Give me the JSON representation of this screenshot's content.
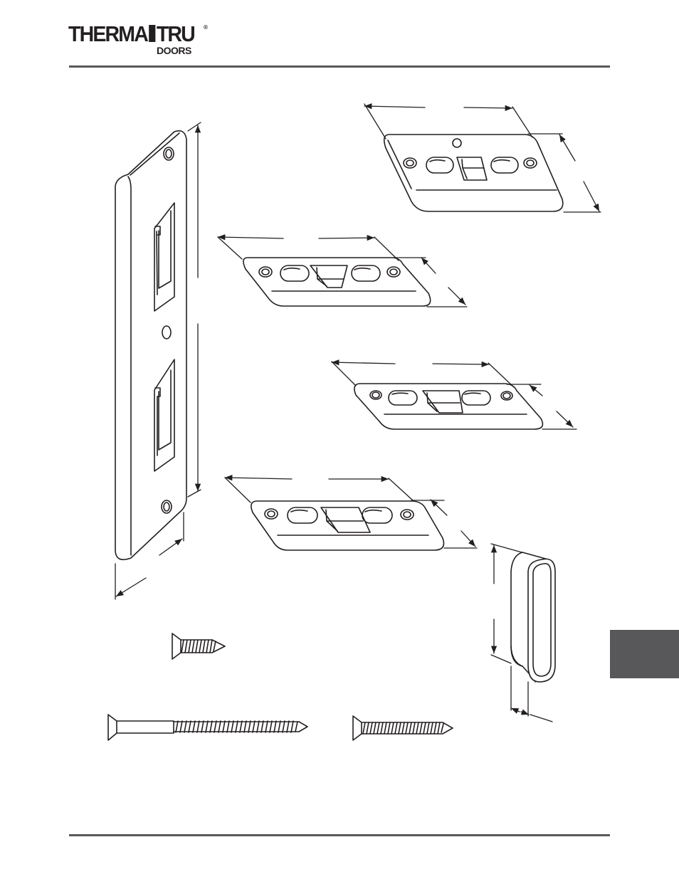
{
  "logo": {
    "brand_left": "THERMA",
    "brand_right": "TRU",
    "registered": "®",
    "sub": "DOORS"
  },
  "colors": {
    "ink": "#231f20",
    "rule": "#58585a",
    "tab": "#58585a"
  }
}
